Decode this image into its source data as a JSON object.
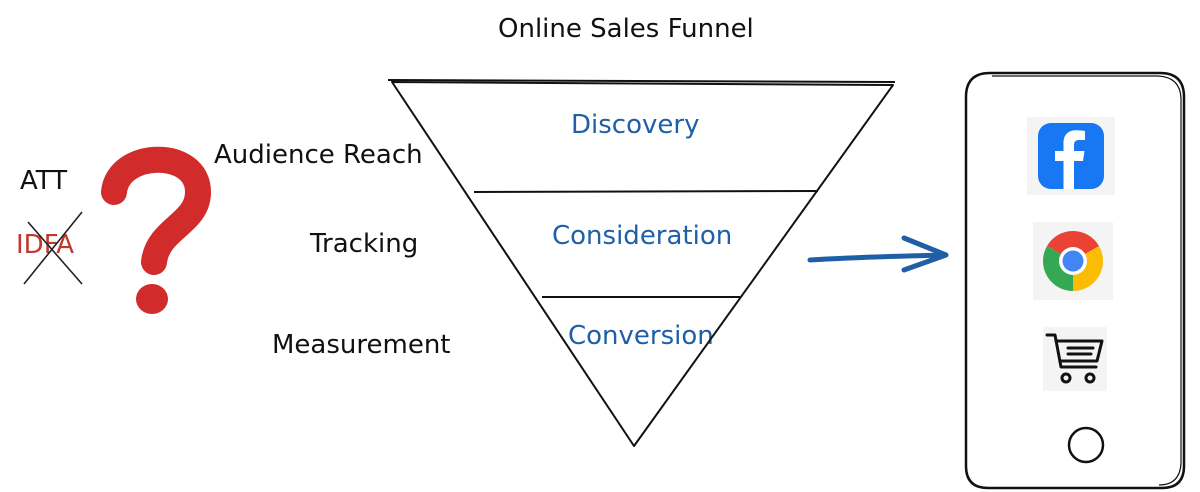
{
  "title": "Online Sales Funnel",
  "left_labels": {
    "att": "ATT",
    "idfa": "IDFA",
    "audience_reach": "Audience Reach",
    "tracking": "Tracking",
    "measurement": "Measurement"
  },
  "funnel_stages": [
    "Discovery",
    "Consideration",
    "Conversion"
  ],
  "phone_icons": [
    "facebook-icon",
    "chrome-icon",
    "shopping-cart-icon"
  ],
  "colors": {
    "stage_text": "#1f5fa8",
    "arrow": "#1f5fa8",
    "question_mark": "#d12b2b",
    "idfa_text": "#c0392b",
    "facebook": "#1877f2"
  }
}
